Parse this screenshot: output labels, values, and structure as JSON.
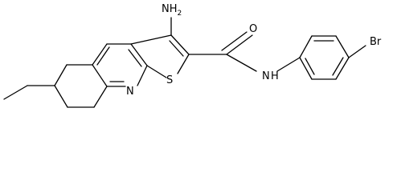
{
  "molecule": {
    "atoms": {
      "nh2": "NH",
      "nh2_sub": "2",
      "oxygen": "O",
      "amide_n": "N",
      "amide_h": "H",
      "bromine": "Br",
      "sulfur": "S",
      "ring_n": "N"
    },
    "colors": {
      "bond": "#000000",
      "text": "#000000",
      "background": "#ffffff"
    }
  }
}
